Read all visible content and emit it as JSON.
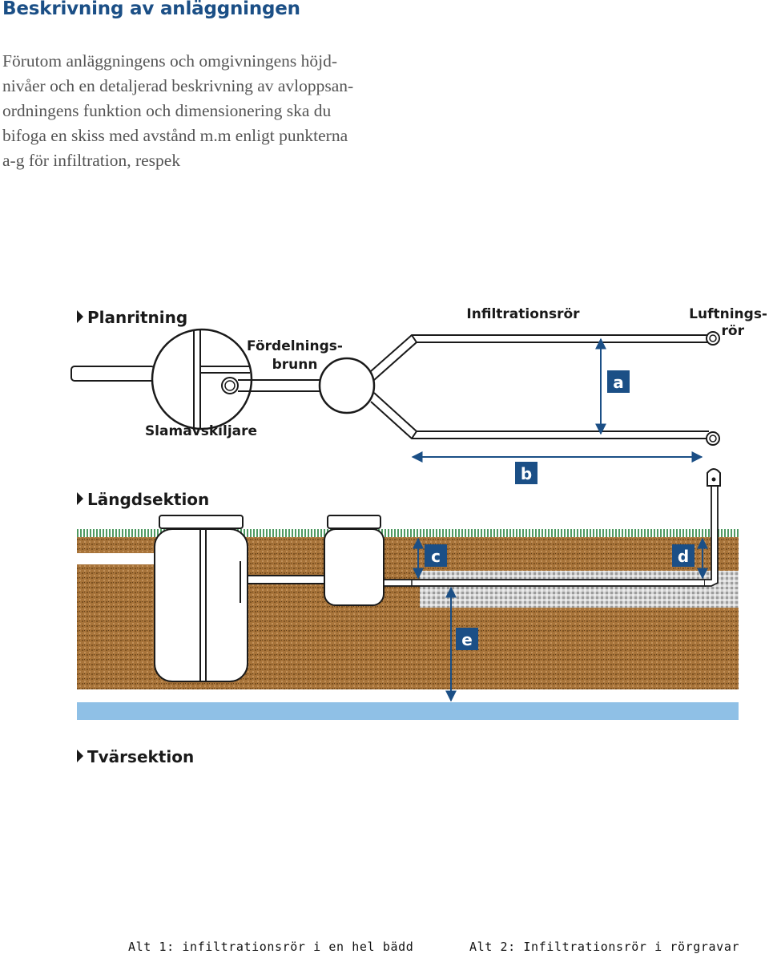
{
  "heading": "Beskrivning av anläggningen",
  "intro_lines": [
    "Förutom anläggningens och omgivningens höjd-",
    "nivåer och en detaljerad beskrivning av avloppsan-",
    "ordningens funktion och dimensionering ska du",
    "bifoga en skiss med avstånd m.m enligt punkterna",
    "a-g för infiltration, respek"
  ],
  "sections": {
    "plan": "Planritning",
    "long": "Längdsektion",
    "cross": "Tvärsektion"
  },
  "labels": {
    "distribution_well_1": "Fördelnings-",
    "distribution_well_2": "brunn",
    "infiltration_pipe": "Infiltrationsrör",
    "vent_pipe_1": "Luftnings-",
    "vent_pipe_2": "rör",
    "septic_tank": "Slamavskiljare"
  },
  "dimension_badges": {
    "a": "a",
    "b": "b",
    "c": "c",
    "d": "d",
    "e": "e"
  },
  "captions": {
    "alt1": "Alt 1: infiltrationsrör i en hel bädd",
    "alt2": "Alt 2: Infiltrationsrör i rörgravar"
  },
  "colors": {
    "heading": "#1b4f86",
    "dimension_line": "#1b4f86",
    "badge": "#1b4f86",
    "soil": "#a8743a",
    "grass": "#5a9f68",
    "gravel": "#c9c9c9",
    "groundwater": "#8fc0e6"
  }
}
